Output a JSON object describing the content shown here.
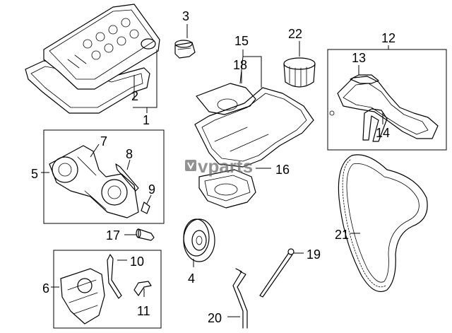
{
  "watermark": {
    "text": "vparts"
  },
  "callouts": {
    "c1": "1",
    "c2": "2",
    "c3": "3",
    "c4": "4",
    "c5": "5",
    "c6": "6",
    "c7": "7",
    "c8": "8",
    "c9": "9",
    "c10": "10",
    "c11": "11",
    "c12": "12",
    "c13": "13",
    "c14": "14",
    "c15": "15",
    "c16": "16",
    "c17": "17",
    "c18": "18",
    "c19": "19",
    "c20": "20",
    "c21": "21",
    "c22": "22"
  }
}
